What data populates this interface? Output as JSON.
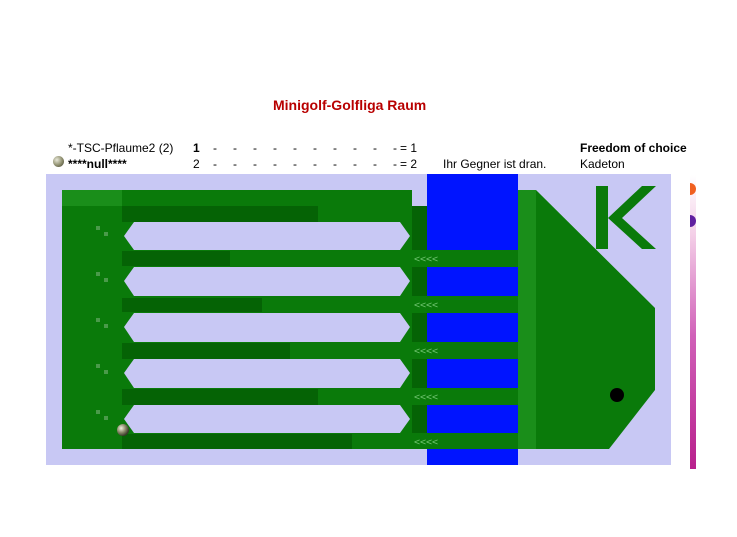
{
  "room_title": "Minigolf-Golfliga Raum",
  "players": [
    {
      "name": "*-TSC-Pflaume2 (2)",
      "rank": "1",
      "holes": [
        "-",
        "-",
        "-",
        "-",
        "-",
        "-",
        "-",
        "-",
        "-",
        "-"
      ],
      "total": "= 1",
      "status": "",
      "info": "Freedom of choice"
    },
    {
      "name": "****null****",
      "rank": "2",
      "holes": [
        "-",
        "-",
        "-",
        "-",
        "-",
        "-",
        "-",
        "-",
        "-",
        "-"
      ],
      "total": "= 2",
      "status": "Ihr Gegner ist dran.",
      "info": "Kadeton"
    }
  ],
  "course": {
    "lanes": 5,
    "colors": {
      "field": "#c8c8f4",
      "grass": "#0a7a0a",
      "grass_dark": "#056305",
      "grass_light": "#1a8e1a",
      "water": "#0014ff",
      "hole": "#000000"
    },
    "logo_letter": "K",
    "arrow_pattern": "<<<<"
  },
  "side_strip": {
    "colors": [
      "#f06020",
      "#6020a0"
    ]
  }
}
